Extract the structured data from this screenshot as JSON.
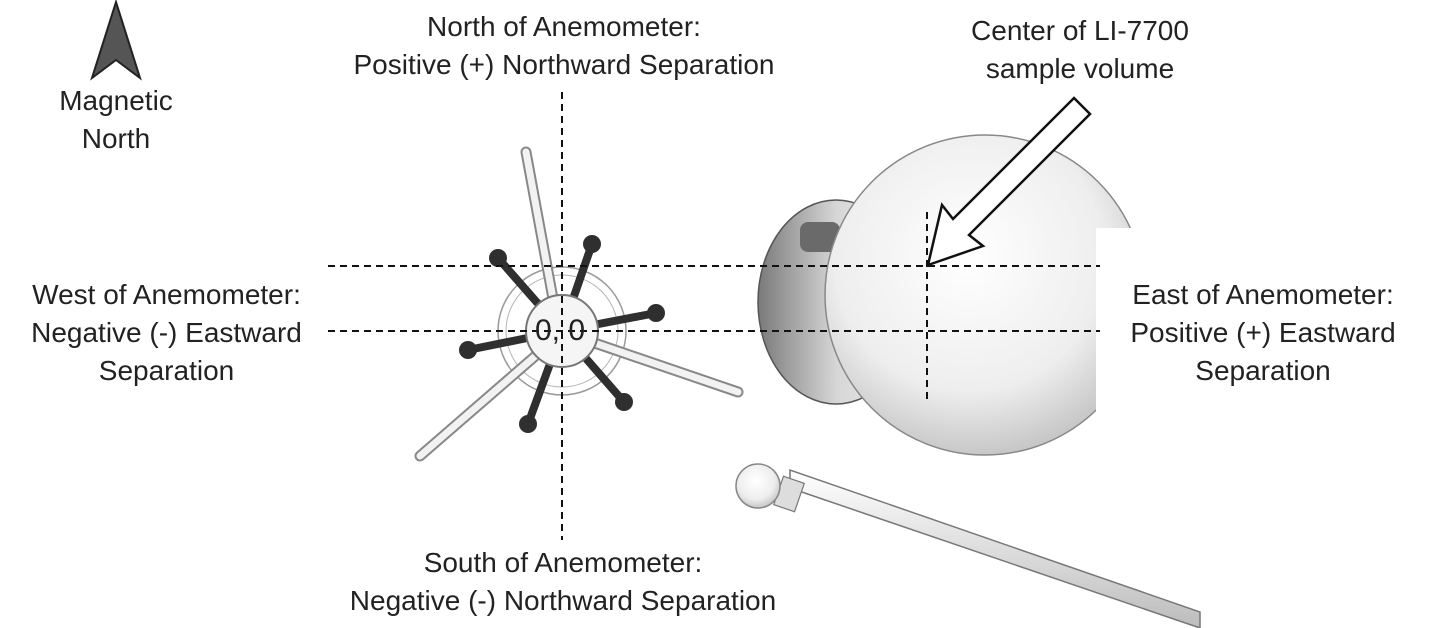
{
  "compass": {
    "label_line1": "Magnetic",
    "label_line2": "North",
    "icon": "north-arrow-icon",
    "color": "#555555"
  },
  "labels": {
    "north": {
      "line1": "North of Anemometer:",
      "line2": "Positive (+) Northward Separation"
    },
    "south": {
      "line1": "South of Anemometer:",
      "line2": "Negative (-) Northward Separation"
    },
    "west": {
      "line1": "West of Anemometer:",
      "line2": "Negative (-) Eastward",
      "line3": "Separation"
    },
    "east": {
      "line1": "East of Anemometer:",
      "line2": "Positive (+) Eastward",
      "line3": "Separation"
    },
    "center": {
      "line1": "Center of LI-7700",
      "line2": "sample volume"
    },
    "origin": "0, 0"
  },
  "colors": {
    "text": "#222222",
    "dashed_lines": "#111111",
    "anemometer_arms": "#2f2f2f",
    "instrument_body": "#e9e9e9"
  }
}
